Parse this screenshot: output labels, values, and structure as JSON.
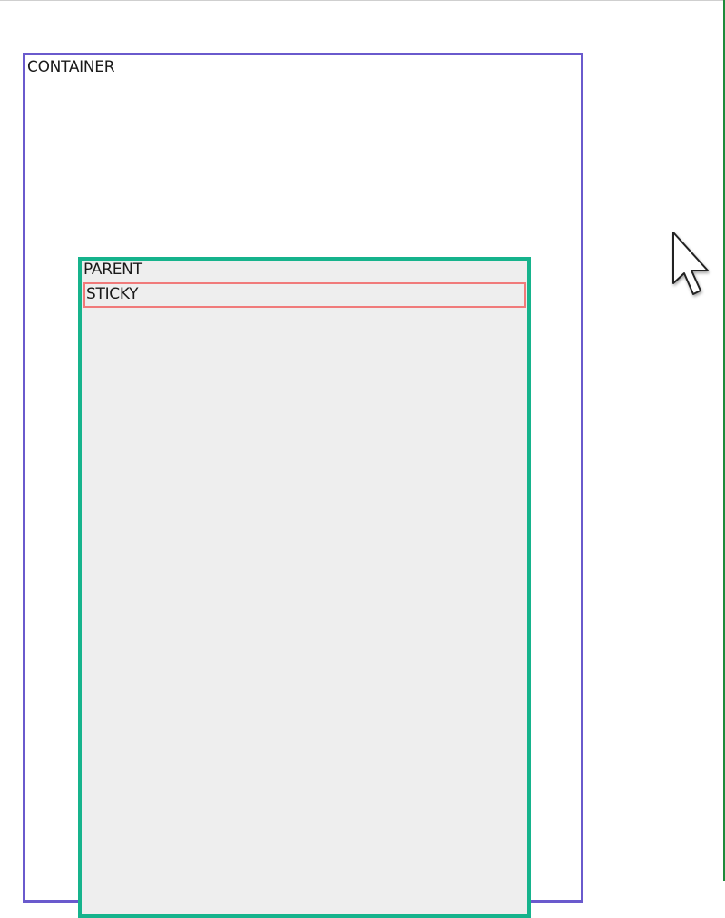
{
  "diagram": {
    "container": {
      "label": "CONTAINER",
      "border_color": "#6a5acd"
    },
    "parent": {
      "label": "PARENT",
      "border_color": "#16b38c",
      "fill": "#eeeeee"
    },
    "sticky": {
      "label": "STICKY",
      "border_color": "#f07a7a"
    }
  },
  "cursor": {
    "icon": "arrow-pointer-icon"
  }
}
